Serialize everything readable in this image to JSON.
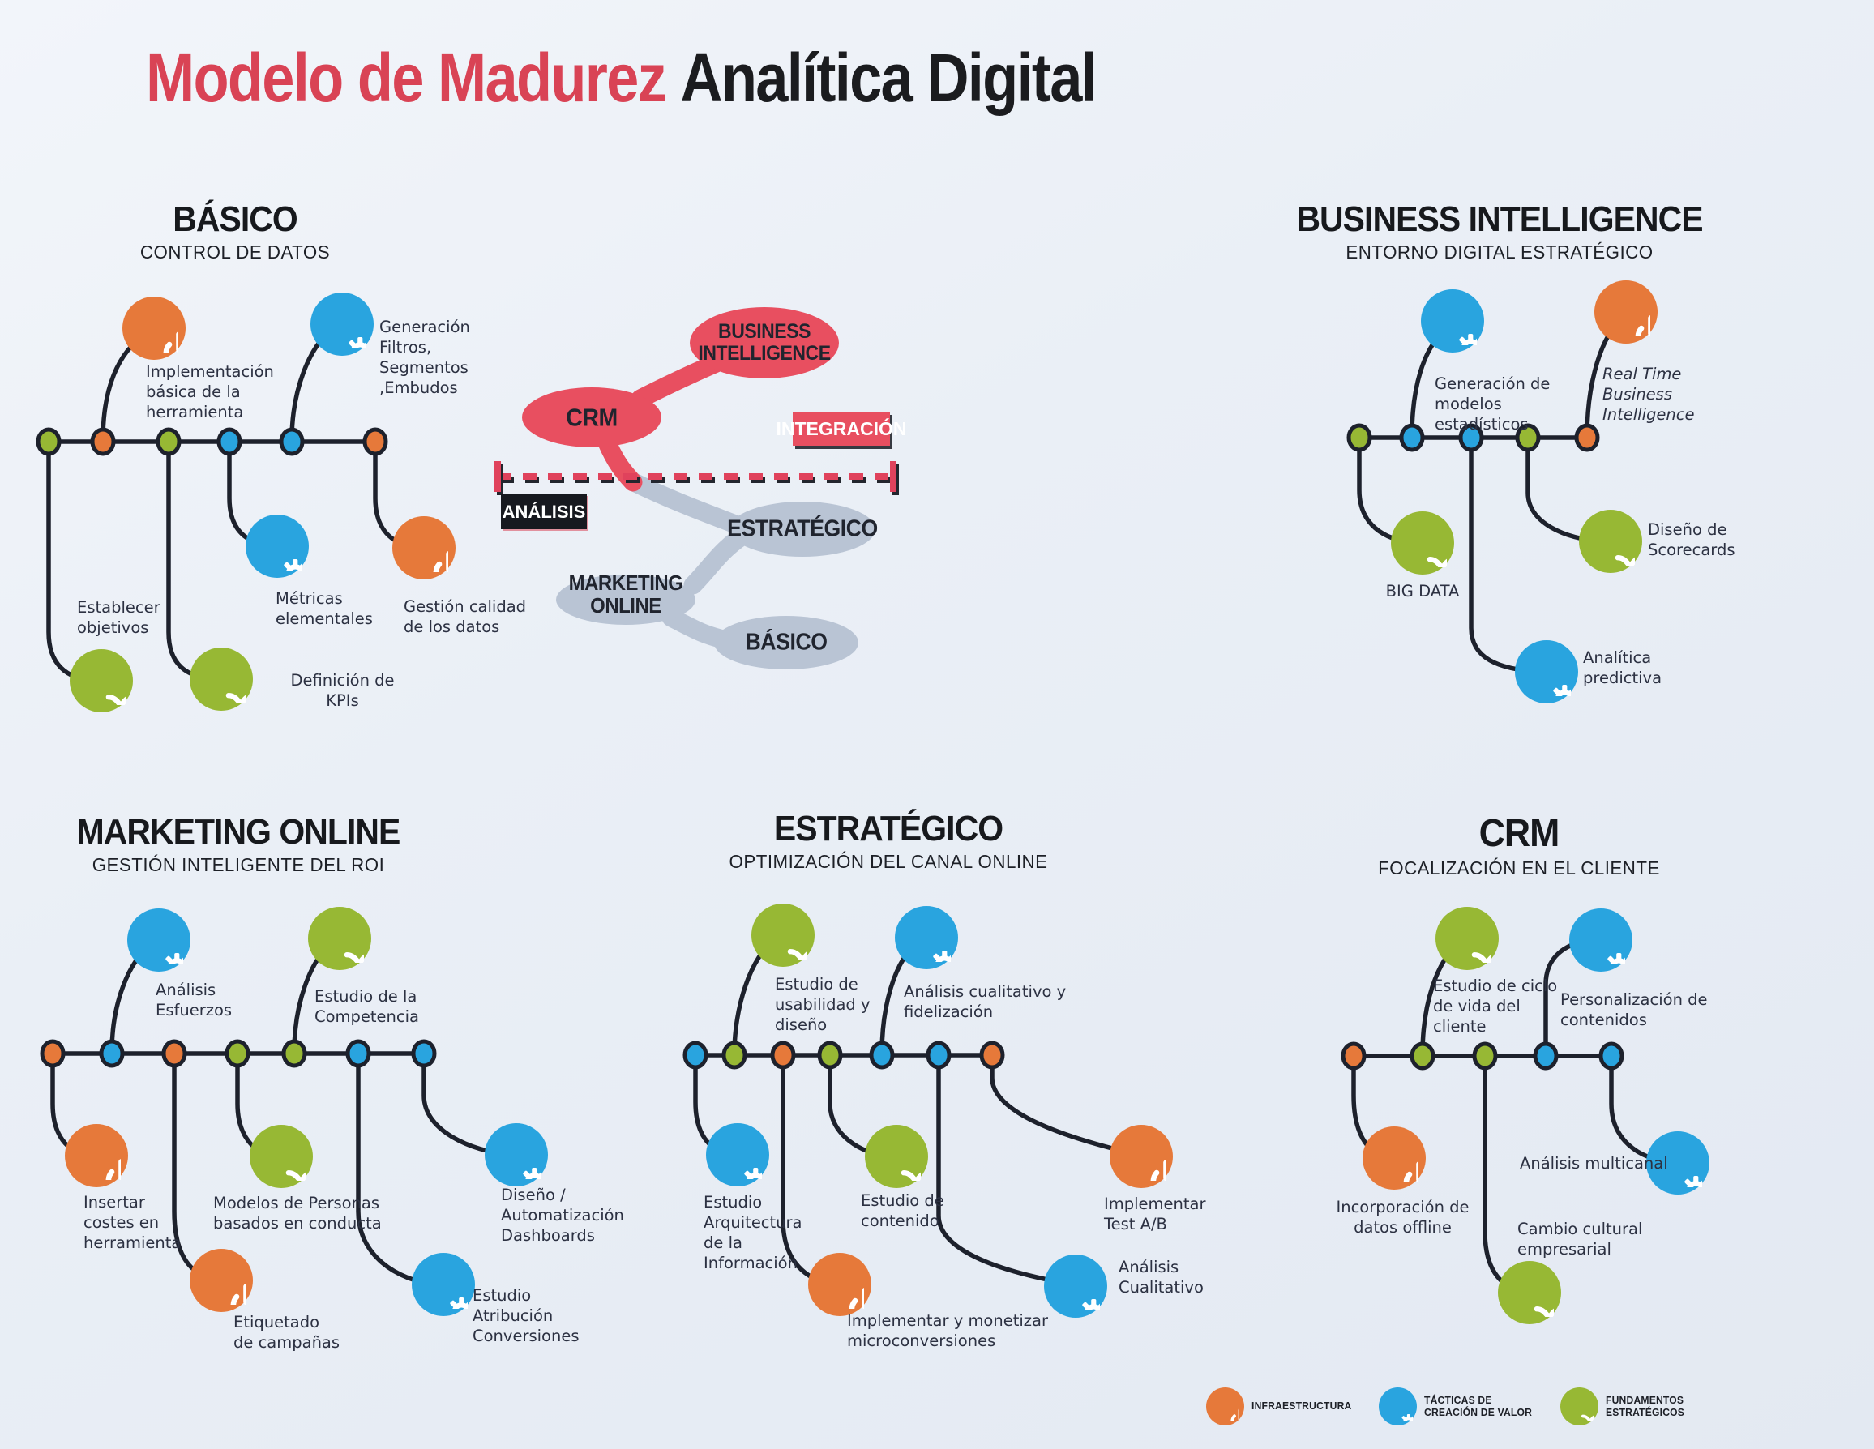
{
  "title": {
    "part_red": "Modelo de Madurez",
    "part_black": "Analítica Digital"
  },
  "center": {
    "bubble_business_intelligence": "BUSINESS\nINTELLIGENCE",
    "bubble_crm": "CRM",
    "bubble_estrategico": "ESTRATÉGICO",
    "bubble_marketing_online": "MARKETING\nONLINE",
    "bubble_basico": "BÁSICO",
    "label_integracion": "INTEGRACIÓN",
    "label_analisis": "ANÁLISIS"
  },
  "sections": {
    "basico": {
      "title": "BÁSICO",
      "subtitle": "CONTROL DE DATOS",
      "node_colors": [
        "green",
        "orange",
        "green",
        "blue",
        "blue",
        "orange"
      ],
      "items": [
        {
          "icon": "power-icon",
          "label": "Implementación\nbásica de la\nherramienta"
        },
        {
          "icon": "gears-icon",
          "label": "Generación\nFiltros,\nSegmentos\n,Embudos"
        },
        {
          "icon": "shuffle-icon",
          "label": "Establecer\nobjetivos"
        },
        {
          "icon": "shuffle-icon",
          "label": "Definición de\nKPIs"
        },
        {
          "icon": "gears-icon",
          "label": "Métricas\nelementales"
        },
        {
          "icon": "power-icon",
          "label": "Gestión calidad\nde los datos"
        }
      ]
    },
    "business_intelligence": {
      "title": "BUSINESS INTELLIGENCE",
      "subtitle": "ENTORNO DIGITAL ESTRATÉGICO",
      "node_colors": [
        "green",
        "blue",
        "blue",
        "green",
        "orange"
      ],
      "items": [
        {
          "icon": "gears-icon",
          "label": "Generación de\nmodelos\nestadísticos"
        },
        {
          "icon": "power-icon",
          "label": "Real Time\nBusiness\nIntelligence"
        },
        {
          "icon": "shuffle-icon",
          "label": "BIG DATA"
        },
        {
          "icon": "shuffle-icon",
          "label": "Diseño de\nScorecards"
        },
        {
          "icon": "gears-icon",
          "label": "Analítica\npredictiva"
        }
      ]
    },
    "marketing_online": {
      "title": "MARKETING ONLINE",
      "subtitle": "GESTIÓN INTELIGENTE DEL ROI",
      "node_colors": [
        "orange",
        "blue",
        "orange",
        "green",
        "green",
        "blue",
        "blue"
      ],
      "items": [
        {
          "icon": "gears-icon",
          "label": "Análisis\nEsfuerzos"
        },
        {
          "icon": "shuffle-icon",
          "label": "Estudio de la\nCompetencia"
        },
        {
          "icon": "power-icon",
          "label": "Insertar\ncostes en\nherramienta"
        },
        {
          "icon": "power-icon",
          "label": "Etiquetado\nde campañas"
        },
        {
          "icon": "shuffle-icon",
          "label": "Modelos de Personas\nbasados en conducta"
        },
        {
          "icon": "gears-icon",
          "label": "Estudio\nAtribución\nConversiones"
        },
        {
          "icon": "gears-icon",
          "label": "Diseño /\nAutomatización\nDashboards"
        }
      ]
    },
    "estrategico": {
      "title": "ESTRATÉGICO",
      "subtitle": "OPTIMIZACIÓN DEL CANAL ONLINE",
      "node_colors": [
        "blue",
        "green",
        "orange",
        "green",
        "blue",
        "blue",
        "orange"
      ],
      "items": [
        {
          "icon": "shuffle-icon",
          "label": "Estudio de\nusabilidad y\ndiseño"
        },
        {
          "icon": "gears-icon",
          "label": "Análisis cualitativo y\nfidelización"
        },
        {
          "icon": "gears-icon",
          "label": "Estudio\nArquitectura\nde la\nInformación"
        },
        {
          "icon": "power-icon",
          "label": "Implementar y monetizar\nmicroconversiones"
        },
        {
          "icon": "shuffle-icon",
          "label": "Estudio de\ncontenido"
        },
        {
          "icon": "gears-icon",
          "label": "Análisis\nCualitativo"
        },
        {
          "icon": "power-icon",
          "label": "Implementar\nTest A/B"
        }
      ]
    },
    "crm": {
      "title": "CRM",
      "subtitle": "FOCALIZACIÓN EN EL CLIENTE",
      "node_colors": [
        "orange",
        "green",
        "green",
        "blue",
        "blue"
      ],
      "items": [
        {
          "icon": "shuffle-icon",
          "label": "Estudio de ciclo\nde vida del\ncliente"
        },
        {
          "icon": "gears-icon",
          "label": "Personalización de\ncontenidos"
        },
        {
          "icon": "power-icon",
          "label": "Incorporación de\ndatos offline"
        },
        {
          "icon": "shuffle-icon",
          "label": "Cambio cultural\nempresarial"
        },
        {
          "icon": "gears-icon",
          "label": "Análisis multicanal"
        }
      ]
    }
  },
  "legend": {
    "items": [
      {
        "icon": "power-icon",
        "label": "INFRAESTRUCTURA"
      },
      {
        "icon": "gears-icon",
        "label": "TÁCTICAS DE\nCREACIÓN DE VALOR"
      },
      {
        "icon": "shuffle-icon",
        "label": "FUNDAMENTOS\nESTRATÉGICOS"
      }
    ]
  },
  "colors": {
    "accent_red": "#e84f60",
    "title_red": "#d94355",
    "node_orange": "#e6793a",
    "node_blue": "#29a4df",
    "node_green": "#97b834",
    "line_dark": "#1d212c",
    "bubble_gray": "#b9c4d4"
  }
}
